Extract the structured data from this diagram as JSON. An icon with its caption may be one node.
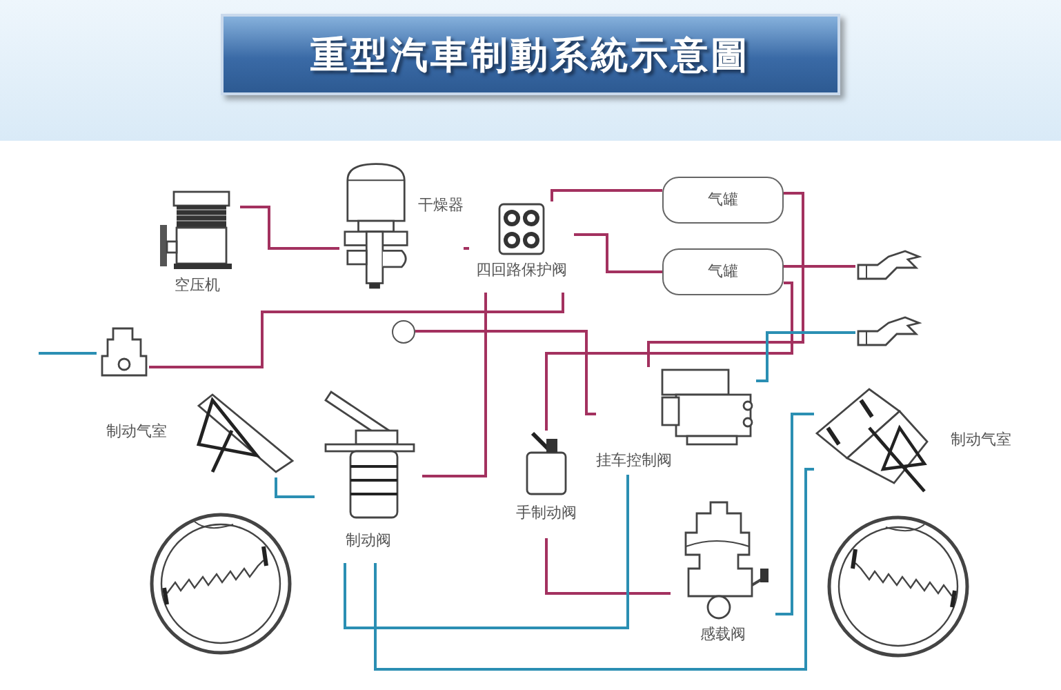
{
  "diagram": {
    "title": "重型汽車制動系統示意圖",
    "nodes": [
      {
        "text": [
          "空压机"
        ]
      },
      {
        "text": [
          "干燥器"
        ]
      },
      {
        "text": [
          "四回路保护阀"
        ]
      },
      {
        "text": [
          "气罐"
        ]
      },
      {
        "text": [
          "气罐"
        ]
      },
      {
        "text": [],
        "shape": "picture"
      },
      {
        "text": [],
        "shape": "circle"
      },
      {
        "text": [],
        "shape": "picture"
      },
      {
        "text": [],
        "shape": "picture"
      },
      {
        "text": [
          "制动气室"
        ]
      },
      {
        "text": [
          "制动阀"
        ]
      },
      {
        "text": [
          "手制动阀"
        ]
      },
      {
        "text": [
          "挂车控制阀"
        ]
      },
      {
        "text": [
          "感载阀"
        ]
      },
      {
        "text": [
          "制动气室"
        ]
      }
    ],
    "edges": [
      {
        "from": 0,
        "to": 1,
        "arrow": "none"
      },
      {
        "from": 1,
        "to": 2,
        "arrow": "none"
      },
      {
        "from": 2,
        "to": 3,
        "arrow": "none"
      },
      {
        "from": 2,
        "to": 4,
        "arrow": "none"
      },
      {
        "from": 3,
        "to": 12,
        "arrow": "none"
      },
      {
        "from": 4,
        "to": 11,
        "arrow": "none"
      },
      {
        "from": 2,
        "to": 10,
        "arrow": "none"
      },
      {
        "from": 5,
        "to": 2,
        "arrow": "none"
      },
      {
        "from": 6,
        "to": 12,
        "arrow": "none"
      },
      {
        "from": 11,
        "to": 13,
        "arrow": "none"
      },
      {
        "from": 10,
        "to": 9,
        "arrow": "none",
        "color": "#2b8fb3"
      },
      {
        "from": 10,
        "to": 12,
        "arrow": "none",
        "color": "#2b8fb3"
      },
      {
        "from": 10,
        "to": 14,
        "arrow": "none",
        "color": "#2b8fb3"
      },
      {
        "from": 13,
        "to": 14,
        "arrow": "none",
        "color": "#2b8fb3"
      },
      {
        "from": 12,
        "to": 8,
        "arrow": "none",
        "color": "#2b8fb3"
      },
      {
        "from": 4,
        "to": 7,
        "arrow": "none"
      },
      {
        "from": null,
        "to": 5,
        "arrow": "none",
        "color": "#2b8fb3"
      }
    ]
  }
}
